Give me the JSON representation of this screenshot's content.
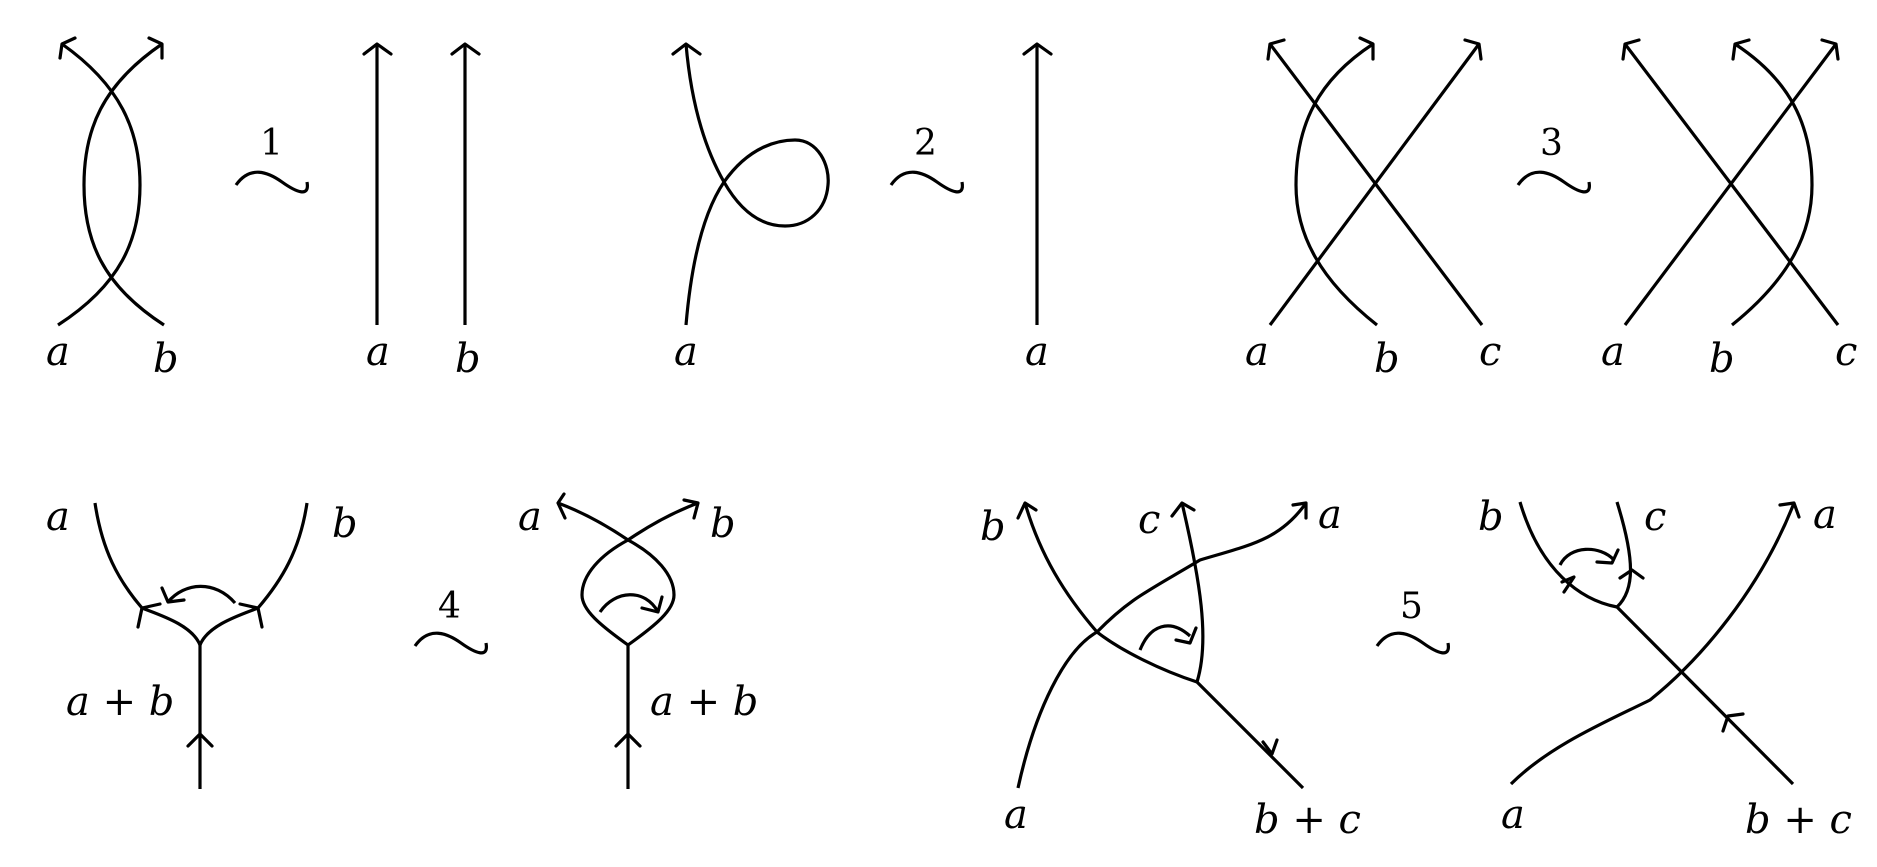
{
  "figure": {
    "description": "Reidemeister-type moves for oriented colored/labeled strand diagrams",
    "colors": {
      "stroke": "#000000",
      "background": "#ffffff"
    },
    "moves": [
      {
        "number": "1",
        "relation": "~",
        "left": {
          "labels": [
            "a",
            "b"
          ]
        },
        "right": {
          "labels": [
            "a",
            "b"
          ]
        }
      },
      {
        "number": "2",
        "relation": "~",
        "left": {
          "labels": [
            "a"
          ]
        },
        "right": {
          "labels": [
            "a"
          ]
        }
      },
      {
        "number": "3",
        "relation": "~",
        "left": {
          "labels": [
            "a",
            "b",
            "c"
          ]
        },
        "right": {
          "labels": [
            "a",
            "b",
            "c"
          ]
        }
      },
      {
        "number": "4",
        "relation": "~",
        "left": {
          "labels": [
            "a",
            "b",
            "a + b"
          ]
        },
        "right": {
          "labels": [
            "a",
            "b",
            "a + b"
          ]
        }
      },
      {
        "number": "5",
        "relation": "~",
        "left": {
          "labels": [
            "b",
            "c",
            "a",
            "a",
            "b + c"
          ]
        },
        "right": {
          "labels": [
            "b",
            "c",
            "a",
            "a",
            "b + c"
          ]
        }
      }
    ]
  }
}
